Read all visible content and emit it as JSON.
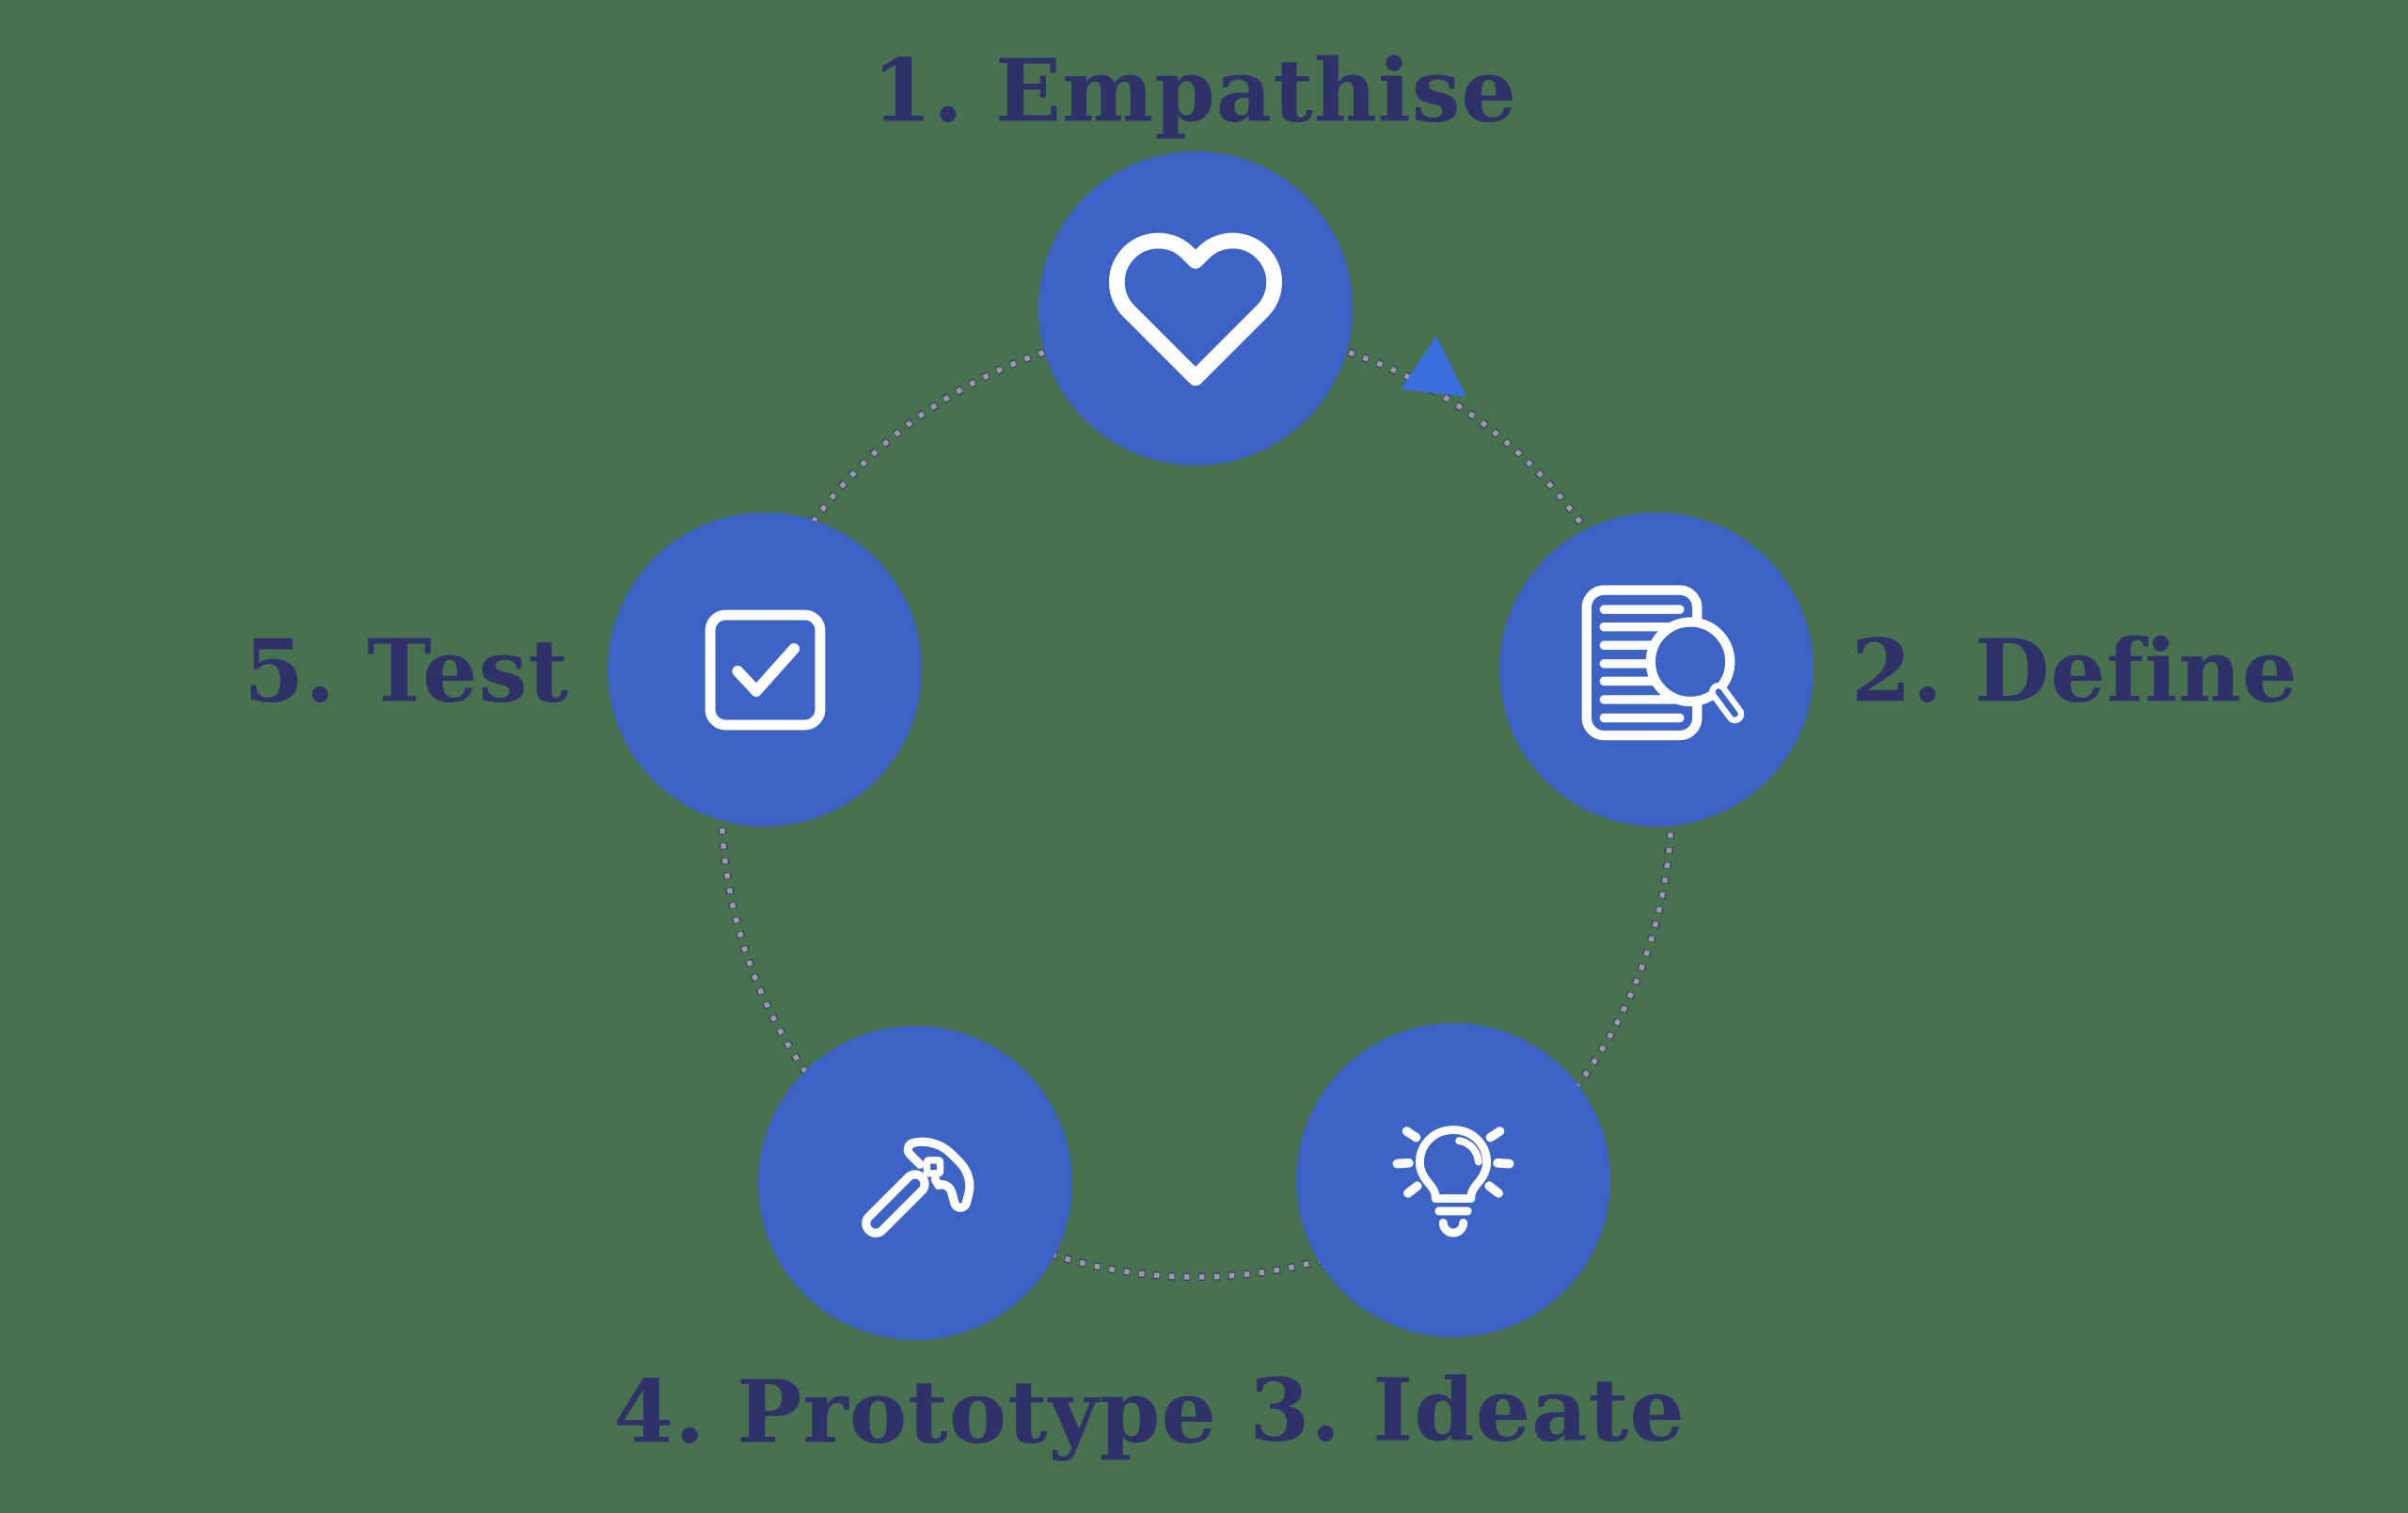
{
  "background": "#48714F",
  "diagram": {
    "type": "process-cycle",
    "name": "design-thinking-cycle",
    "steps": [
      {
        "label": "1. Empathise",
        "icon": "heart-icon"
      },
      {
        "label": "2. Define",
        "icon": "document-search-icon"
      },
      {
        "label": "3. Ideate",
        "icon": "lightbulb-icon"
      },
      {
        "label": "4. Prototype",
        "icon": "hammer-icon"
      },
      {
        "label": "5. Test",
        "icon": "checkbox-icon"
      }
    ],
    "colors": {
      "circle": "#3C63C5",
      "icon": "#FFFFFF",
      "label": "#2F3268",
      "ring_dot": "#9B9C9E",
      "ring_dot_outline": "#3A406E",
      "arrow": "#386FDD",
      "background": "#48714F"
    }
  }
}
